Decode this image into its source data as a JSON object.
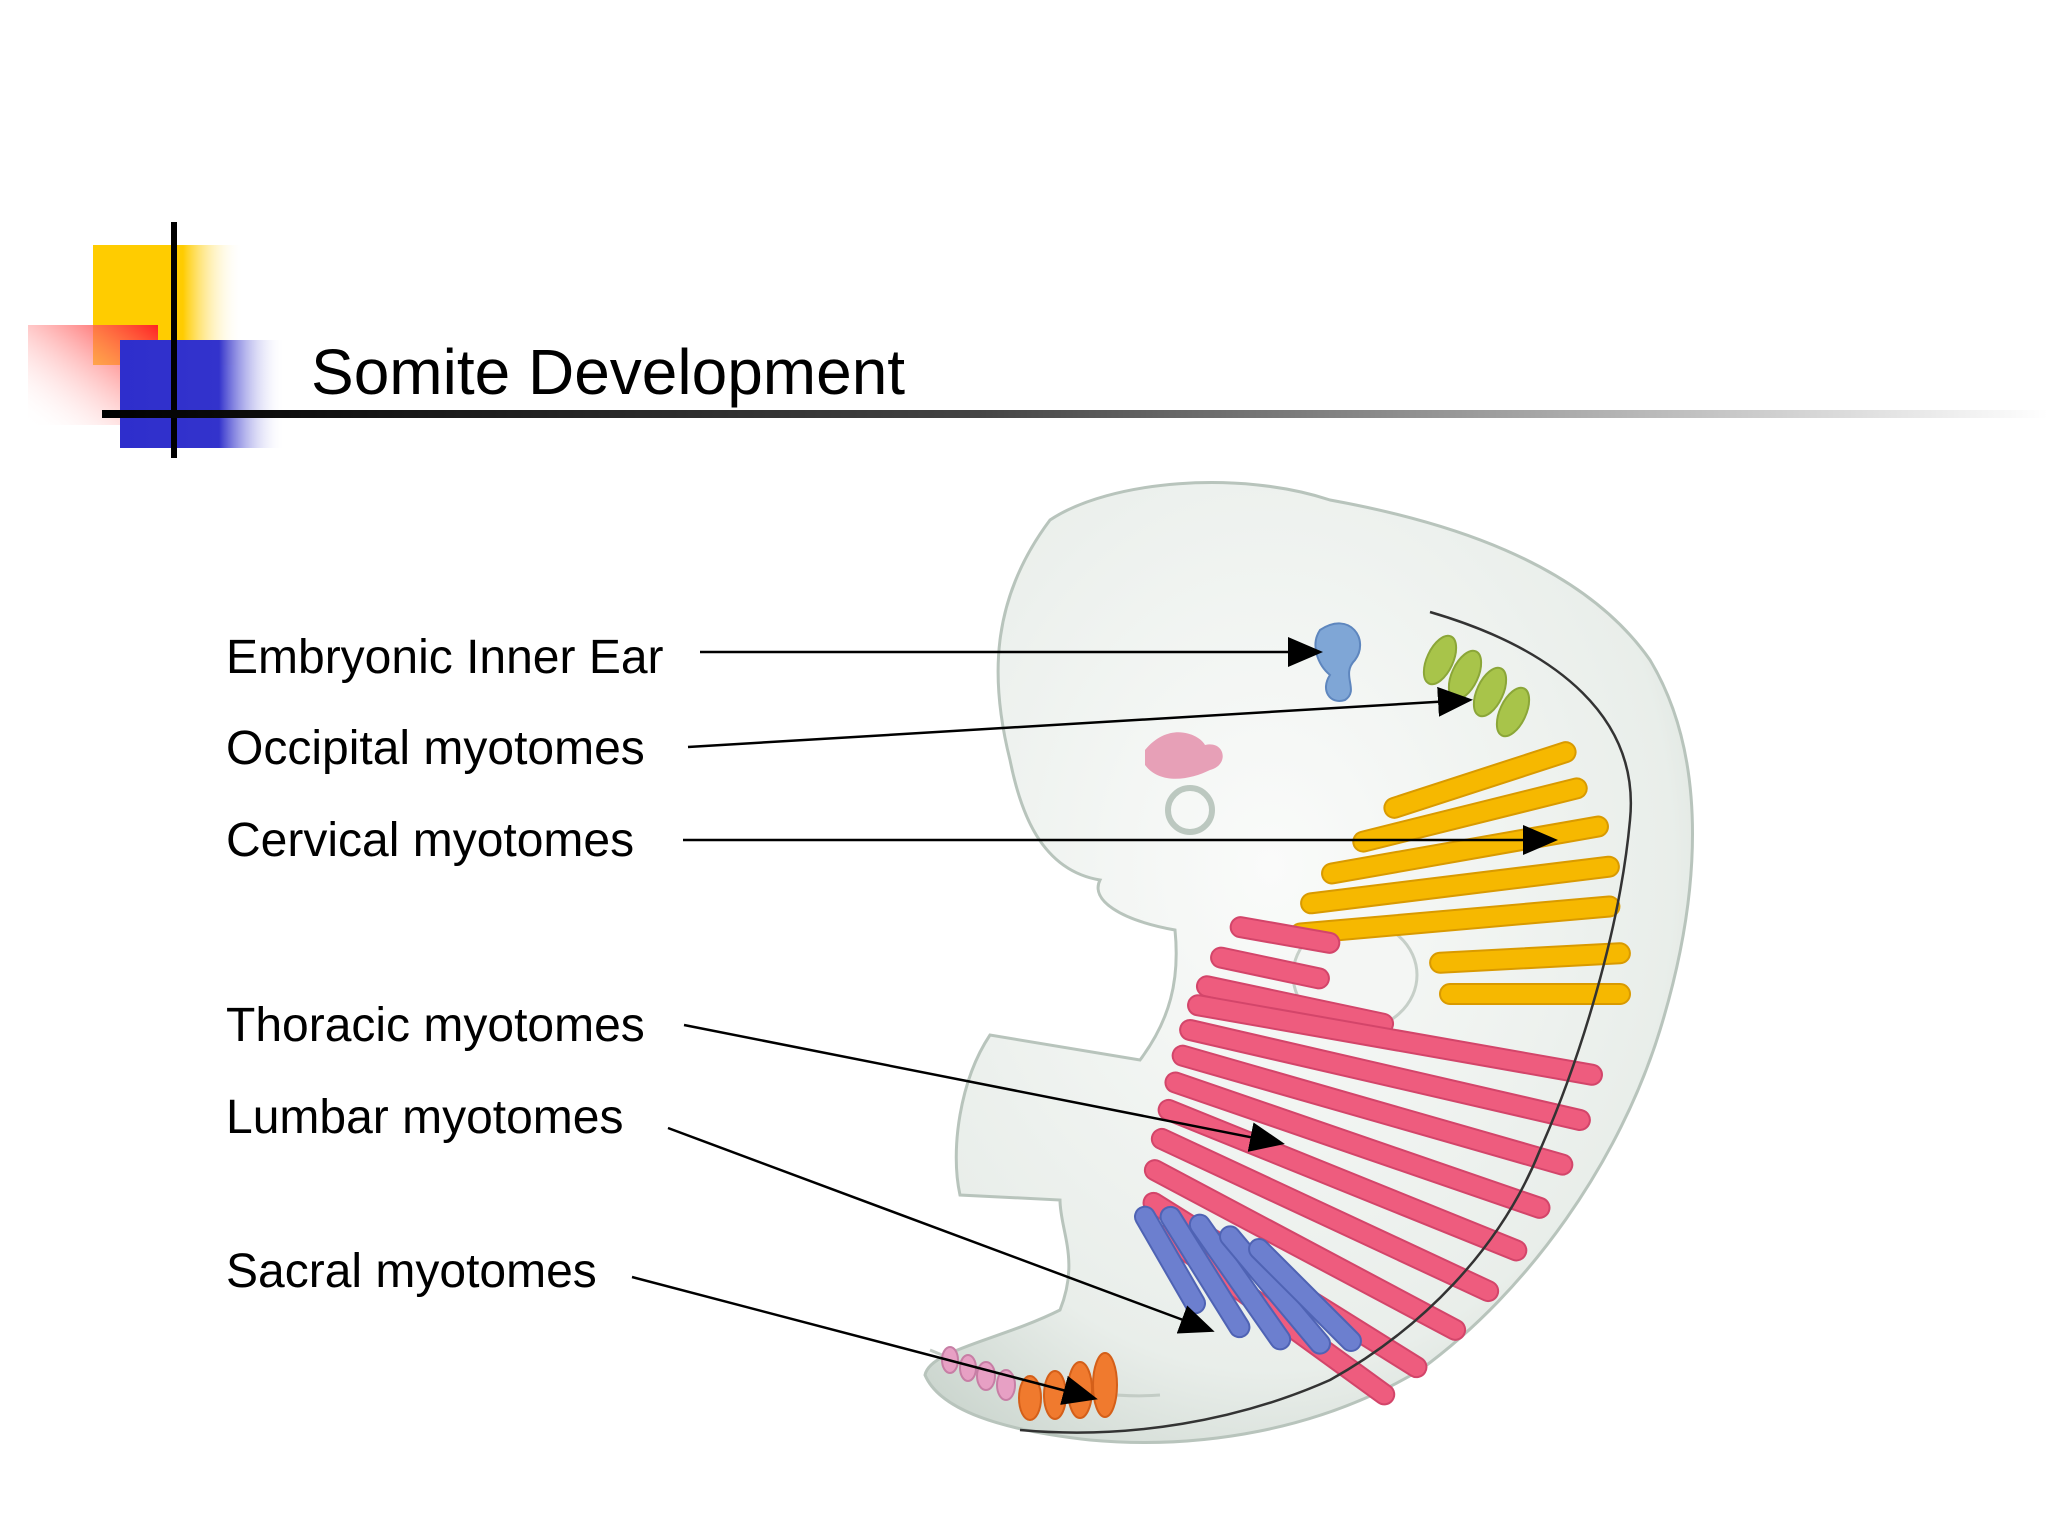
{
  "slide": {
    "title": "Somite Development",
    "labels": {
      "inner_ear": "Embryonic Inner Ear",
      "occipital": "Occipital myotomes",
      "cervical": "Cervical myotomes",
      "thoracic": "Thoracic myotomes",
      "lumbar": "Lumbar myotomes",
      "sacral": "Sacral myotomes"
    }
  },
  "colors": {
    "deco_yellow": "#FFCC00",
    "deco_red": "#FF3333",
    "deco_blue": "#3333CC",
    "embryo_body": "#EEF1EE",
    "inner_ear": "#7FA6D6",
    "occipital": "#A8C44A",
    "cervical": "#F6B800",
    "thoracic": "#EE5C7E",
    "lumbar": "#6C7FCF",
    "sacral": "#F07A2E",
    "coccygeal": "#E7A0C4"
  }
}
